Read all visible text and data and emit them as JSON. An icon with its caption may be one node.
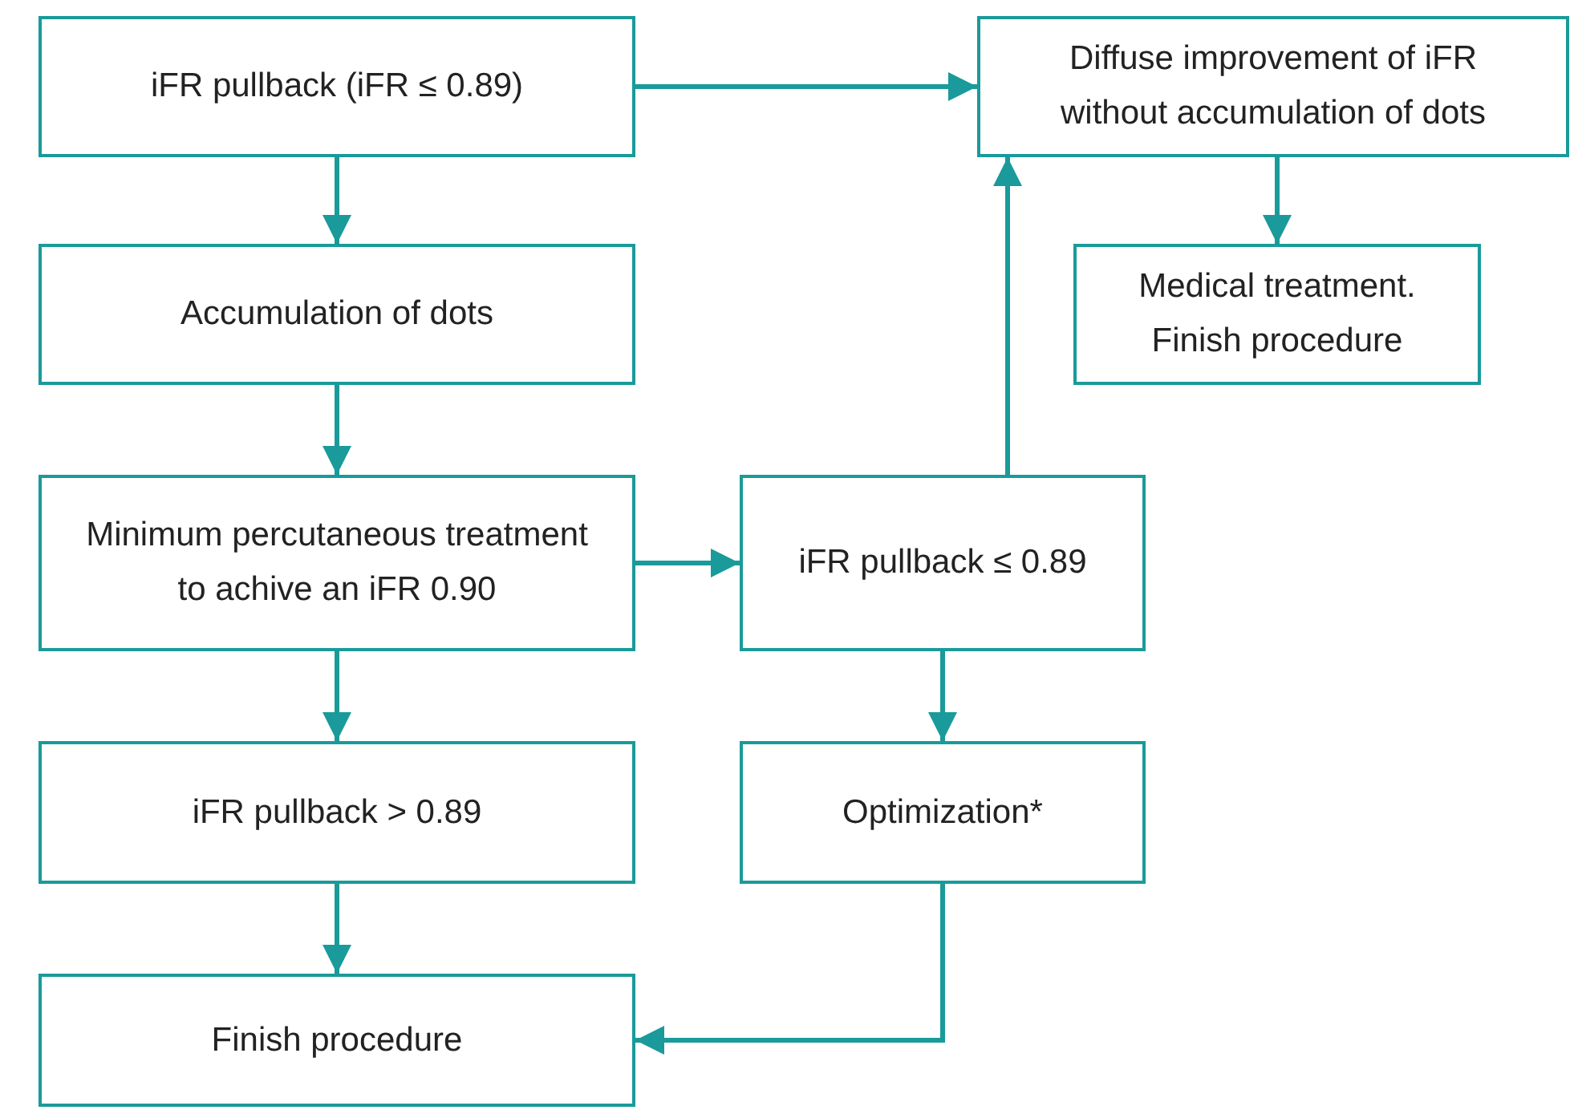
{
  "diagram": {
    "nodes": [
      {
        "text": [
          "iFR pullback (iFR ≤ 0.89)"
        ]
      },
      {
        "text": [
          "Diffuse improvement of iFR without accumulation of dots"
        ]
      },
      {
        "text": [
          "Accumulation of dots"
        ]
      },
      {
        "text": [
          "Medical treatment. Finish procedure"
        ]
      },
      {
        "text": [
          "Minimum percutaneous treatment to achive an iFR 0.90"
        ]
      },
      {
        "text": [
          "iFR pullback ≤ 0.89"
        ]
      },
      {
        "text": [
          "iFR pullback > 0.89"
        ]
      },
      {
        "text": [
          "Optimization*"
        ]
      },
      {
        "text": [
          "Finish procedure"
        ]
      }
    ],
    "edges": [
      {
        "from": 0,
        "to": 1,
        "arrow": "to"
      },
      {
        "from": 0,
        "to": 2,
        "arrow": "to"
      },
      {
        "from": 1,
        "to": 3,
        "arrow": "to"
      },
      {
        "from": 2,
        "to": 4,
        "arrow": "to"
      },
      {
        "from": 4,
        "to": 5,
        "arrow": "to"
      },
      {
        "from": 5,
        "to": 1,
        "arrow": "to"
      },
      {
        "from": 5,
        "to": 7,
        "arrow": "to"
      },
      {
        "from": 4,
        "to": 6,
        "arrow": "to"
      },
      {
        "from": 6,
        "to": 8,
        "arrow": "to"
      },
      {
        "from": 7,
        "to": 8,
        "arrow": "to"
      }
    ]
  }
}
